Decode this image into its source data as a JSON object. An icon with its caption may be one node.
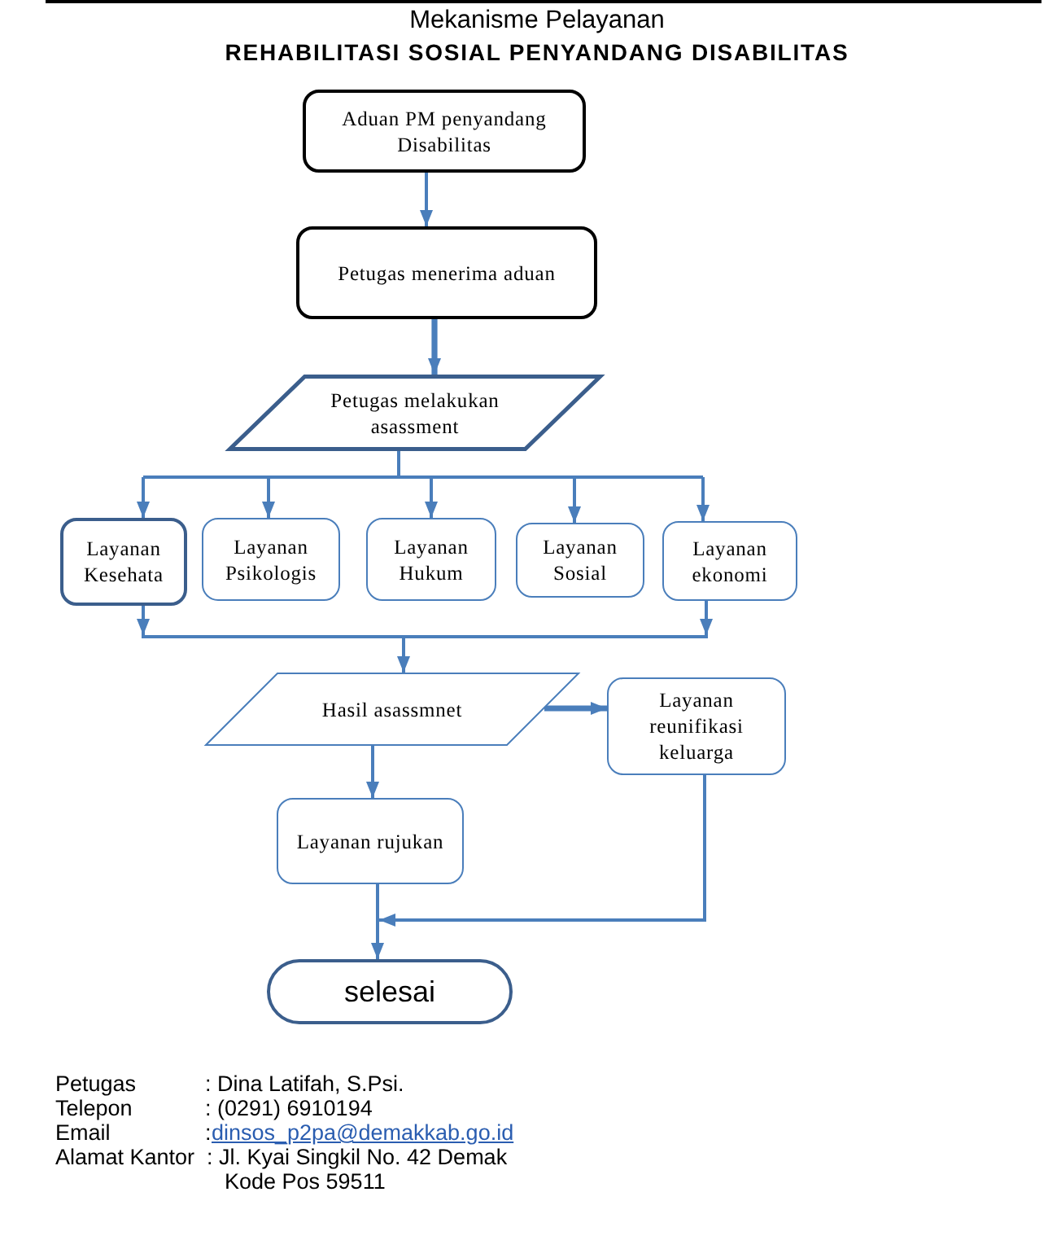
{
  "diagram": {
    "title": "Mekanisme Pelayanan **REHABILITASI SOSIAL PENYANDANG DISABILITAS**",
    "nodes": [
      {
        "text": [
          "Aduan PM penyandang Disabilitas"
        ]
      },
      {
        "text": [
          "Petugas menerima aduan"
        ]
      },
      {
        "text": [
          "Petugas melakukan asassment"
        ]
      },
      {
        "text": [
          "Layanan Kesehata"
        ]
      },
      {
        "text": [
          "Layanan Psikologis"
        ]
      },
      {
        "text": [
          "Layanan Hukum"
        ]
      },
      {
        "text": [
          "Layanan Sosial"
        ]
      },
      {
        "text": [
          "Layanan ekonomi"
        ]
      },
      {
        "text": [
          "Hasil asassmnet"
        ]
      },
      {
        "text": [
          "Layanan reunifikasi keluarga"
        ]
      },
      {
        "text": [
          "Layanan rujukan"
        ]
      },
      {
        "text": [
          "selesai"
        ]
      }
    ],
    "edges": [
      {
        "from": 0,
        "to": 1,
        "arrow": "to"
      },
      {
        "from": 1,
        "to": 2,
        "arrow": "to",
        "style": "thick"
      },
      {
        "from": 2,
        "to": 3,
        "arrow": "to"
      },
      {
        "from": 2,
        "to": 4,
        "arrow": "to"
      },
      {
        "from": 2,
        "to": 5,
        "arrow": "to"
      },
      {
        "from": 2,
        "to": 6,
        "arrow": "to"
      },
      {
        "from": 2,
        "to": 7,
        "arrow": "to"
      },
      {
        "from": 3,
        "to": 8,
        "arrow": "to"
      },
      {
        "from": 7,
        "to": 8,
        "arrow": "to"
      },
      {
        "from": 8,
        "to": 9,
        "arrow": "to",
        "style": "thick"
      },
      {
        "from": 8,
        "to": 10,
        "arrow": "to"
      },
      {
        "from": 9,
        "to": 11,
        "arrow": "to"
      },
      {
        "from": 10,
        "to": 11,
        "arrow": "to"
      }
    ],
    "labels": [
      "Petugas",
      ": Dina Latifah, S.Psi.",
      "Telepon",
      ": (0291) 6910194",
      "Email",
      ":",
      "dinsos_p2pa@demakkab.go.id",
      "Alamat Kantor",
      ": Jl. Kyai Singkil No. 42 Demak",
      "Kode Pos 59511"
    ]
  }
}
